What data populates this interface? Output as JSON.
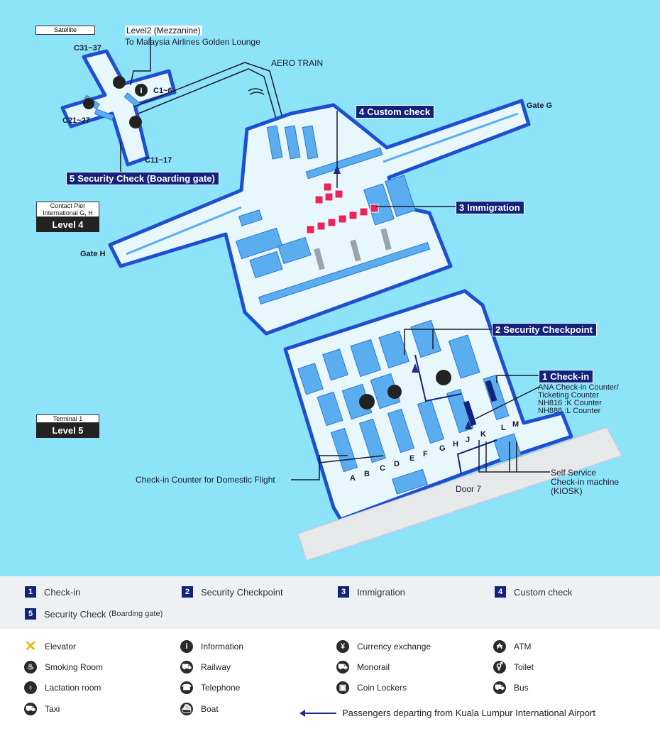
{
  "map": {
    "satellite_label": "Satellite",
    "mezzanine_label": "Level2 (Mezzanine)",
    "lounge_label": "To Malaysia Airlines Golden Lounge",
    "aero_train": "AERO TRAIN",
    "gate_c31": "C31~37",
    "gate_c1": "C1~6",
    "gate_c21": "C21~27",
    "gate_c11": "C11~17",
    "gate_g": "Gate G",
    "gate_h": "Gate H",
    "contact_pier": "Contact Pier International G, H",
    "level4": "Level 4",
    "terminal1": "Terminal 1",
    "level5": "Level 5",
    "custom_check": {
      "num": "4",
      "label": "Custom check"
    },
    "immigration": {
      "num": "3",
      "label": "Immigration"
    },
    "security_checkpoint": {
      "num": "2",
      "label": "Security Checkpoint"
    },
    "checkin": {
      "num": "1",
      "label": "Check-in"
    },
    "security_boarding": {
      "num": "5",
      "label": "Security Check (Boarding gate)"
    },
    "ana_counter_1": "ANA Check-in Counter/",
    "ana_counter_2": "Ticketing Counter",
    "ana_counter_3": "NH816 :K Counter",
    "ana_counter_4": "NH886 :L Counter",
    "domestic_counter": "Check-in Counter for Domestic Flight",
    "door7": "Door 7",
    "kiosk_1": "Self Service",
    "kiosk_2": "Check-in machine",
    "kiosk_3": "(KIOSK)",
    "counters": [
      "A",
      "B",
      "C",
      "D",
      "E",
      "F",
      "G",
      "H",
      "J",
      "K",
      "L",
      "M"
    ]
  },
  "legend_steps": [
    {
      "num": "1",
      "label": "Check-in"
    },
    {
      "num": "2",
      "label": "Security Checkpoint"
    },
    {
      "num": "3",
      "label": "Immigration"
    },
    {
      "num": "4",
      "label": "Custom check"
    },
    {
      "num": "5",
      "label": "Security Check",
      "sub": "(Boarding gate)"
    }
  ],
  "legend_icons": [
    {
      "icon": "elevator-icon",
      "glyph": "✕",
      "label": "Elevator"
    },
    {
      "icon": "information-icon",
      "glyph": "i",
      "label": "Information"
    },
    {
      "icon": "currency-exchange-icon",
      "glyph": "¥",
      "label": "Currency exchange"
    },
    {
      "icon": "atm-icon",
      "glyph": "₳",
      "label": "ATM"
    },
    {
      "icon": "smoking-room-icon",
      "glyph": "♨",
      "label": "Smoking Room"
    },
    {
      "icon": "railway-icon",
      "glyph": "⛟",
      "label": "Railway"
    },
    {
      "icon": "monorail-icon",
      "glyph": "⛟",
      "label": "Monorail"
    },
    {
      "icon": "toilet-icon",
      "glyph": "⚥",
      "label": "Toilet"
    },
    {
      "icon": "lactation-room-icon",
      "glyph": "♁",
      "label": "Lactation room"
    },
    {
      "icon": "telephone-icon",
      "glyph": "☎",
      "label": "Telephone"
    },
    {
      "icon": "coin-lockers-icon",
      "glyph": "▣",
      "label": "Coin Lockers"
    },
    {
      "icon": "bus-icon",
      "glyph": "⛟",
      "label": "Bus"
    },
    {
      "icon": "taxi-icon",
      "glyph": "⛟",
      "label": "Taxi"
    },
    {
      "icon": "boat-icon",
      "glyph": "⛴",
      "label": "Boat"
    }
  ],
  "legend_arrow": "Passengers departing from Kuala Lumpur International Airport",
  "colors": {
    "water": "#8de3f7",
    "building": "#e6f6fb",
    "outline": "#1d4fd0",
    "block": "#5aaef0",
    "navy": "#13237c",
    "booth": "#e8245a"
  }
}
